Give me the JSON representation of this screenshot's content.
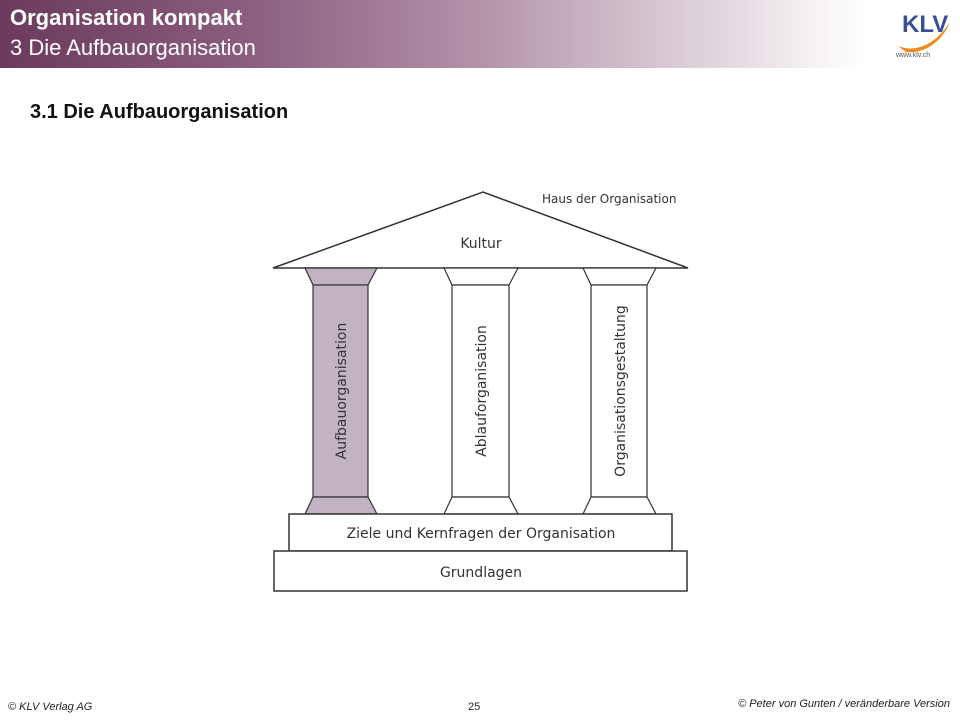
{
  "header": {
    "title": "Organisation kompakt",
    "subtitle": "3 Die Aufbauorganisation",
    "logo_text": "KLV",
    "logo_url": "www.klv.ch"
  },
  "section_title": "3.1 Die Aufbauorganisation",
  "diagram": {
    "caption": "Haus der Organisation",
    "roof_label": "Kultur",
    "pillars": [
      {
        "label": "Aufbauorganisation",
        "highlighted": true
      },
      {
        "label": "Ablauforganisation",
        "highlighted": false
      },
      {
        "label": "Organisationsgestaltung",
        "highlighted": false
      }
    ],
    "upper_base_label": "Ziele und Kernfragen der Organisation",
    "lower_base_label": "Grundlagen"
  },
  "colors": {
    "header_start": "#6b3a5e",
    "pillar_highlight": "#c2b3c3",
    "logo_orange": "#f08a1d",
    "logo_blue": "#3a4f9a"
  },
  "footer": {
    "left": "© KLV Verlag AG",
    "page_number": "25",
    "right": "© Peter von Gunten / veränderbare Version"
  }
}
